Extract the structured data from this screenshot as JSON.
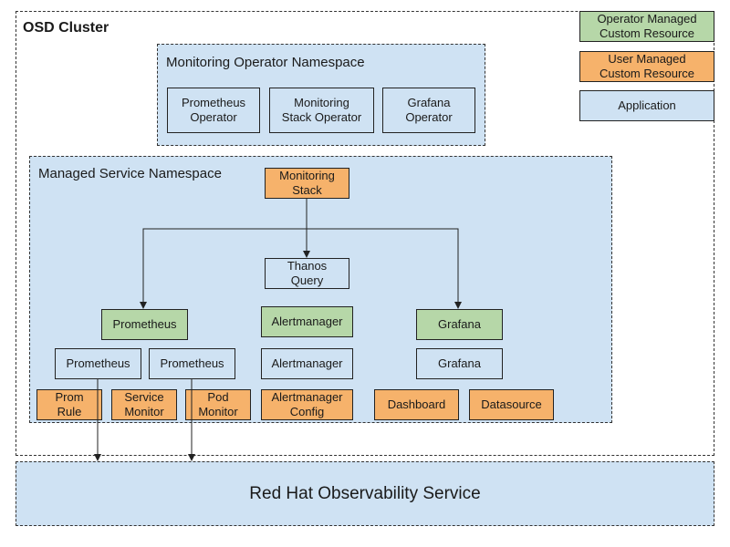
{
  "cluster": {
    "title": "OSD Cluster"
  },
  "legend": {
    "operator_managed": "Operator Managed\nCustom Resource",
    "user_managed": "User Managed\nCustom Resource",
    "application": "Application"
  },
  "monitoring_operator_namespace": {
    "title": "Monitoring Operator Namespace",
    "prometheus_operator": "Prometheus\nOperator",
    "monitoring_stack_operator": "Monitoring\nStack Operator",
    "grafana_operator": "Grafana\nOperator"
  },
  "managed_service_namespace": {
    "title": "Managed Service Namespace",
    "monitoring_stack": "Monitoring\nStack",
    "thanos_query": "Thanos\nQuery",
    "prometheus_cr": "Prometheus",
    "alertmanager_cr": "Alertmanager",
    "grafana_cr": "Grafana",
    "prometheus_app_1": "Prometheus",
    "prometheus_app_2": "Prometheus",
    "alertmanager_app": "Alertmanager",
    "grafana_app": "Grafana",
    "prom_rule": "Prom\nRule",
    "service_monitor": "Service\nMonitor",
    "pod_monitor": "Pod\nMonitor",
    "alertmanager_config": "Alertmanager\nConfig",
    "dashboard": "Dashboard",
    "datasource": "Datasource"
  },
  "observability_service": {
    "label": "Red Hat Observability Service"
  },
  "colors": {
    "application": "#cfe2f3",
    "operator_managed": "#b6d7a8",
    "user_managed": "#f6b26b"
  }
}
